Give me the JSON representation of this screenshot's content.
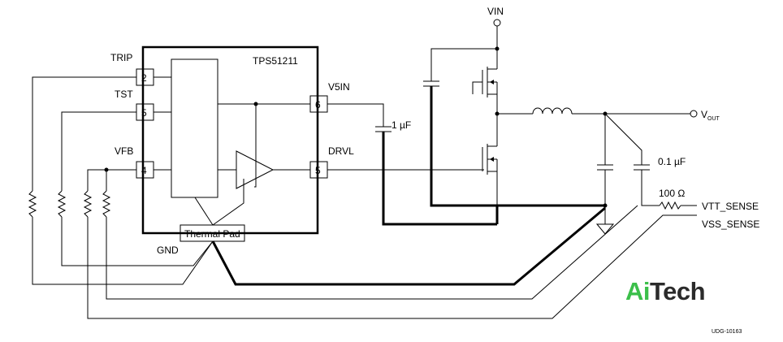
{
  "ic": {
    "part": "TPS51211",
    "thermal_pad": "Thermal Pad",
    "gnd": "GND"
  },
  "pins": {
    "trip": {
      "name": "TRIP",
      "num": "2"
    },
    "tst": {
      "name": "TST",
      "num": "5"
    },
    "vfb": {
      "name": "VFB",
      "num": "4"
    },
    "v5in": {
      "name": "V5IN",
      "num": "6"
    },
    "drvl": {
      "name": "DRVL",
      "num": "5"
    }
  },
  "nets": {
    "vin": "VIN",
    "vout_main": "V",
    "vout_sub": "OUT",
    "vtt_sense": "VTT_SENSE",
    "vss_sense": "VSS_SENSE"
  },
  "components": {
    "cap_v5in": "1 µF",
    "cap_out": "0.1 µF",
    "res_sense": "100 Ω"
  },
  "footer": {
    "code": "UDG-10163"
  },
  "logo": {
    "part1": "Ai",
    "part2": "Tech"
  }
}
